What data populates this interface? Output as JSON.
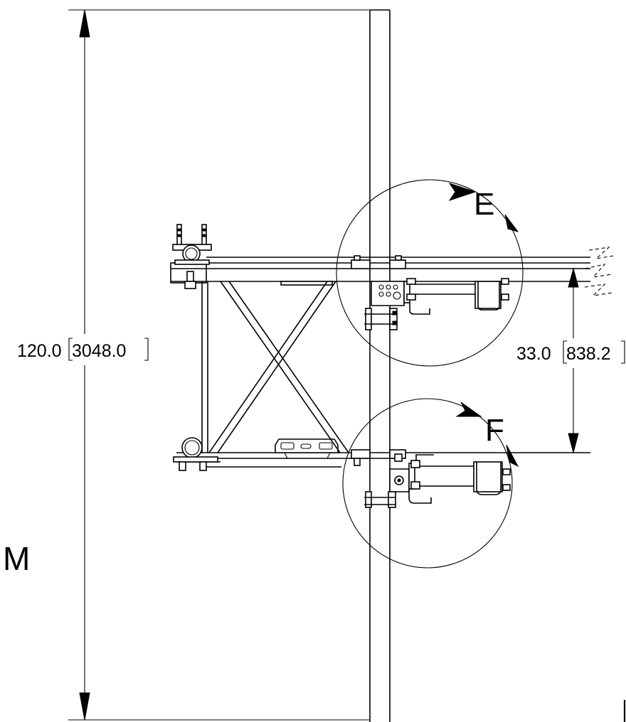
{
  "dimensions": {
    "overall_height": {
      "imperial": "120.0",
      "metric": "3048.0"
    },
    "arm_spacing": {
      "imperial": "33.0",
      "metric": "838.2"
    }
  },
  "detail_callouts": {
    "upper": "E",
    "lower": "F"
  },
  "view_label": "M"
}
